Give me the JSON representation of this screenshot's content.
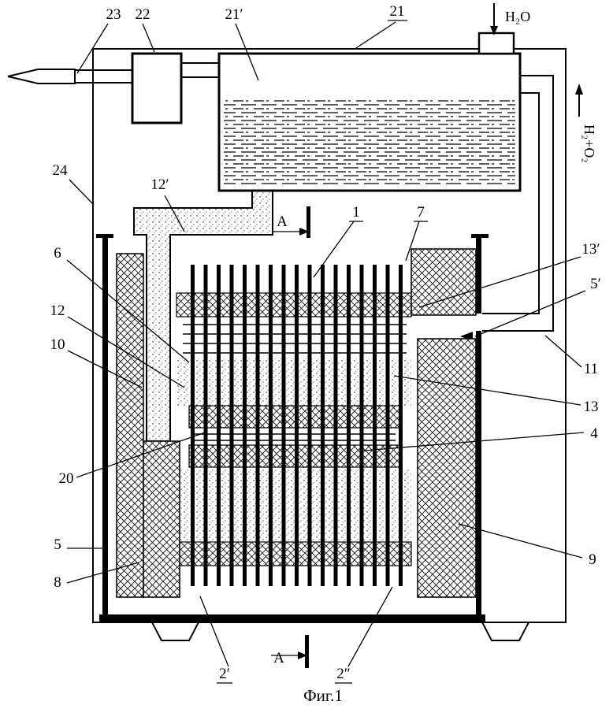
{
  "diagram": {
    "caption": "Фиг.1",
    "flows": {
      "water_in": "H₂O",
      "gas_out": "H₂+O₂"
    },
    "section_marker": "A",
    "parts": {
      "p1": "1",
      "p2p": "2′",
      "p2pp": "2″",
      "p4": "4",
      "p5": "5",
      "p5p": "5′",
      "p6": "6",
      "p7": "7",
      "p8": "8",
      "p9": "9",
      "p10": "10",
      "p11": "11",
      "p12": "12",
      "p12p": "12′",
      "p13": "13",
      "p13p": "13′",
      "p20": "20",
      "p21": "21",
      "p21p": "21′",
      "p22": "22",
      "p23": "23",
      "p24": "24"
    },
    "colors": {
      "ink": "#000000",
      "paper": "#ffffff"
    }
  }
}
